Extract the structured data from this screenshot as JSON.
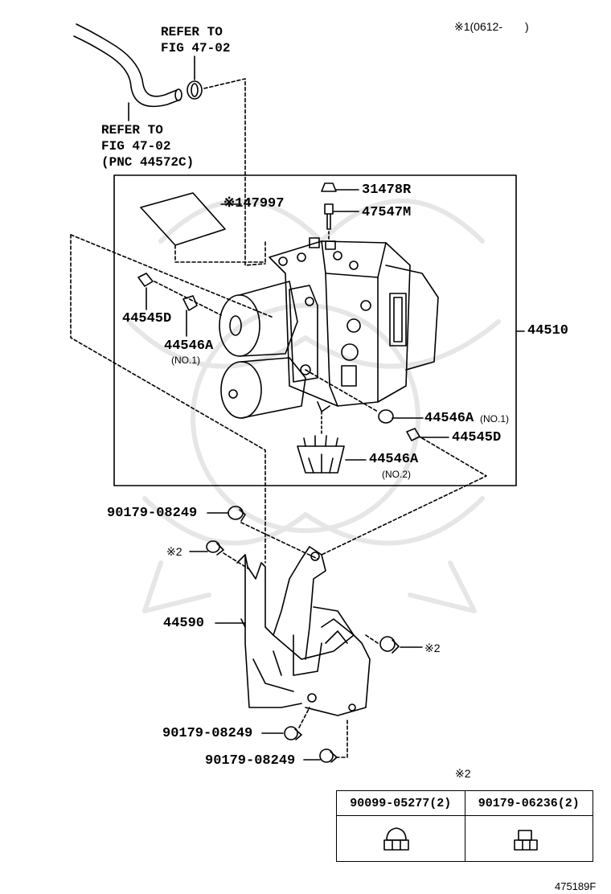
{
  "header_note": "※1(0612-　　)",
  "refer_top": [
    "REFER TO",
    "FIG 47-02"
  ],
  "refer_left": [
    "REFER TO",
    "FIG 47-02",
    "(PNC 44572C)"
  ],
  "callouts": {
    "p47997": "※147997",
    "p31478R": "31478R",
    "p47547M": "47547M",
    "p44545D_left": "44545D",
    "p44546A_left": "44546A",
    "p44546A_left_sub": "(NO.1)",
    "p44510": "44510",
    "p44546A_right": "44546A",
    "p44546A_right_sub": "(NO.1)",
    "p44545D_right": "44545D",
    "p44546A_bottom": "44546A",
    "p44546A_bottom_sub": "(NO.2)",
    "p90179_top": "90179-08249",
    "mark2_left": "※2",
    "p44590": "44590",
    "mark2_right": "※2",
    "p90179_mid": "90179-08249",
    "p90179_bot": "90179-08249"
  },
  "table": {
    "mark": "※2",
    "col1": "90099-05277(2)",
    "col2": "90179-06236(2)"
  },
  "figure_id": "475189F"
}
